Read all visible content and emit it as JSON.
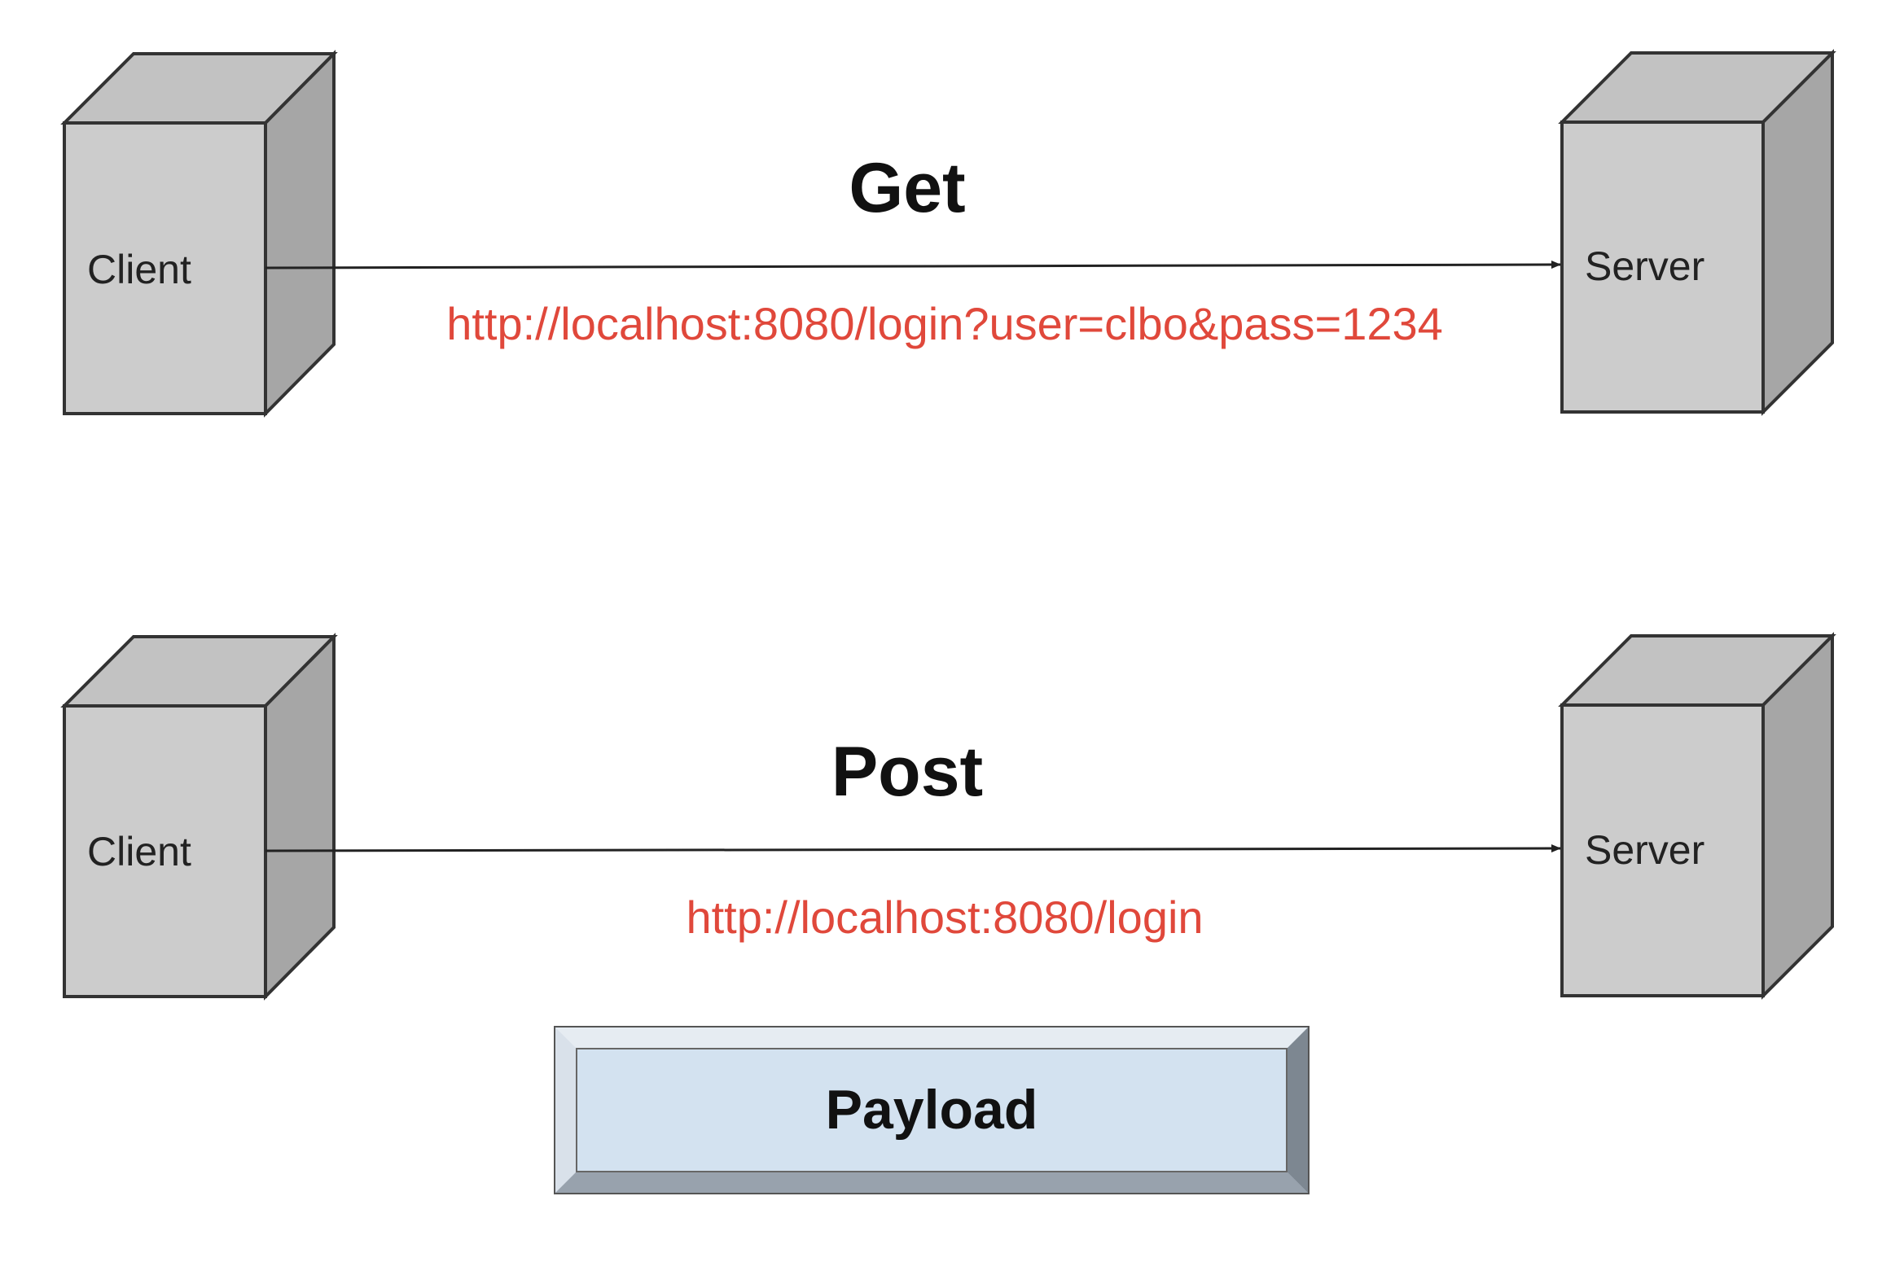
{
  "get_flow": {
    "method": "Get",
    "client_label": "Client",
    "server_label": "Server",
    "url": "http://localhost:8080/login?user=clbo&pass=1234"
  },
  "post_flow": {
    "method": "Post",
    "client_label": "Client",
    "server_label": "Server",
    "url": "http://localhost:8080/login",
    "payload_label": "Payload"
  },
  "colors": {
    "node_front": "#cccccc",
    "node_side": "#a6a6a6",
    "node_top": "#c2c2c2",
    "outline": "#333333",
    "url_text": "#e0483b",
    "payload_fill": "#d3e2f0",
    "payload_bevel_light": "#dfe7ef",
    "payload_bevel_dark": "#7d8791"
  }
}
